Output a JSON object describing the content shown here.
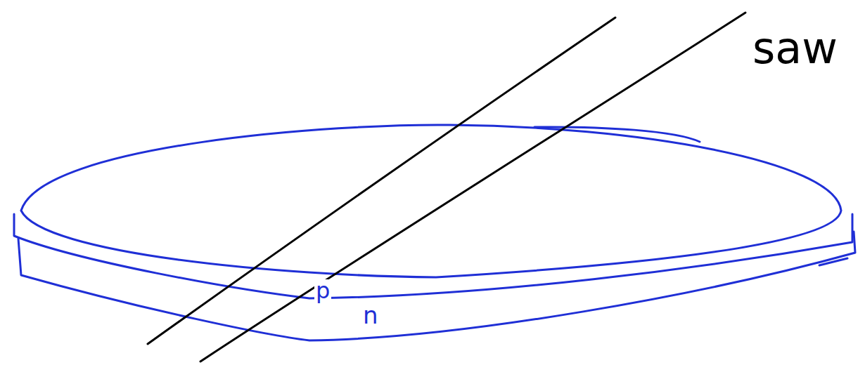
{
  "diagram": {
    "labels": [
      "saw",
      "p",
      "n"
    ]
  }
}
